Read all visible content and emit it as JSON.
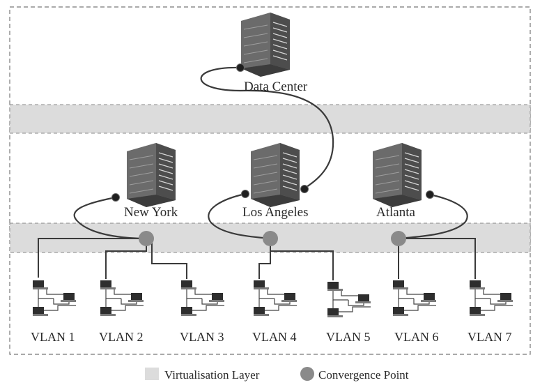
{
  "sites": {
    "data_center": "Data Center",
    "new_york": "New York",
    "los_angeles": "Los Angeles",
    "atlanta": "Atlanta"
  },
  "vlans": [
    "VLAN 1",
    "VLAN 2",
    "VLAN 3",
    "VLAN 4",
    "VLAN 5",
    "VLAN 6",
    "VLAN 7"
  ],
  "legend": {
    "virtualisation_layer": "Virtualisation Layer",
    "convergence_point": "Convergence Point"
  },
  "colors": {
    "layer_band": "#dcdcdc",
    "convergence_point": "#8a8a8a",
    "link": "#3a3a3a",
    "server_body": "#6e6e6e",
    "server_face": "#4a4a4a",
    "frame_border": "#777777"
  },
  "icons": {
    "server": "server-building-icon",
    "switch": "switch-icon",
    "endpoint": "endpoint-dot-icon"
  }
}
